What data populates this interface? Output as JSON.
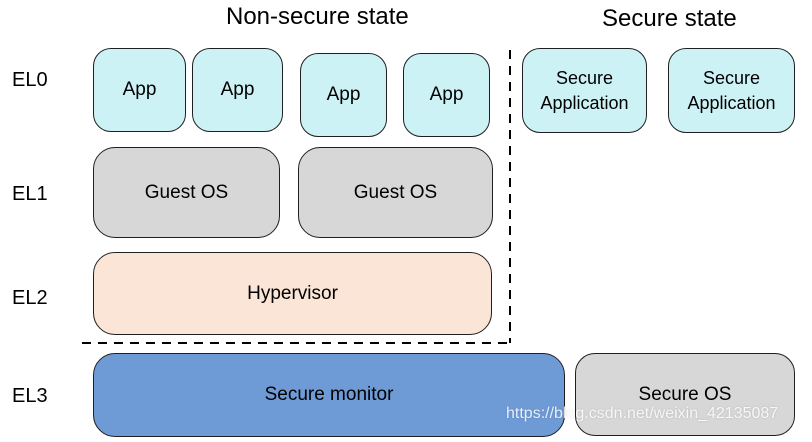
{
  "titles": {
    "non_secure": "Non-secure state",
    "secure": "Secure state"
  },
  "exception_levels": [
    "EL0",
    "EL1",
    "EL2",
    "EL3"
  ],
  "non_secure": {
    "apps": [
      "App",
      "App",
      "App",
      "App"
    ],
    "guest_os": [
      "Guest OS",
      "Guest OS"
    ],
    "hypervisor": "Hypervisor"
  },
  "secure": {
    "applications": [
      "Secure Application",
      "Secure Application"
    ],
    "secure_os": "Secure OS",
    "secure_monitor": "Secure monitor"
  },
  "watermark": "https://blog.csdn.net/weixin_42135087",
  "colors": {
    "app_fill": "#CDF2F5",
    "os_fill": "#D7D7D7",
    "hyp_fill": "#FBE5D6",
    "mon_fill": "#6E9AD6",
    "border": "#1F1F1F",
    "dash": "#000000",
    "text": "#000000",
    "watermark": "rgba(255,255,255,0.85)"
  }
}
